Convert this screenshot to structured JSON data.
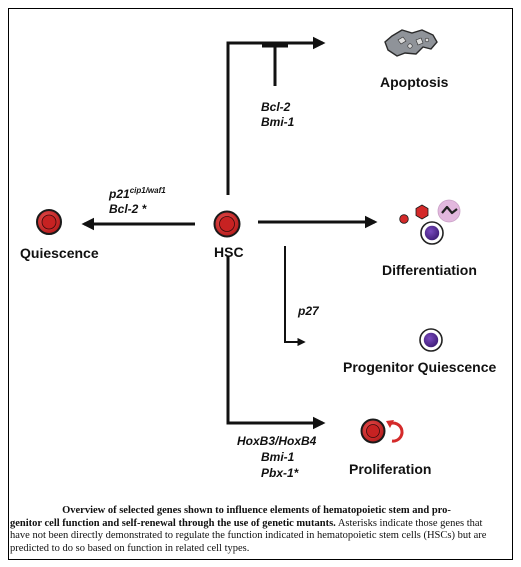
{
  "diagram": {
    "center_label": "HSC",
    "outcomes": {
      "apoptosis": "Apoptosis",
      "quiescence": "Quiescence",
      "differentiation": "Differentiation",
      "progenitor_quiescence": "Progenitor Quiescence",
      "proliferation": "Proliferation"
    },
    "genes": {
      "apoptosis_inhibitors": [
        "Bcl-2",
        "Bmi-1"
      ],
      "quiescence": {
        "p21_base": "p21",
        "p21_sup": "cip1/waf1",
        "bcl2_star": "Bcl-2 *"
      },
      "progenitor_quiescence": [
        "p27"
      ],
      "proliferation": [
        "HoxB3/HoxB4",
        "Bmi-1",
        "Pbx-1*"
      ]
    },
    "colors": {
      "hsc_red": "#d42a2a",
      "cell_outline": "#1a1a1a",
      "apoptotic_gray": "#8f9399",
      "progenitor_purple": "#5a2a9c",
      "pale_pink": "#e2b8de"
    }
  },
  "caption": {
    "bold_first": "Overview of selected genes shown to influence elements of hematopoietic stem and pro-",
    "bold_second": "genitor cell function and self-renewal through the use of genetic mutants.",
    "regular": " Asterisks indicate those genes that have not been directly demonstrated to regulate the function indicated in hematopoietic stem cells (HSCs) but are predicted to do so based on function in related cell types."
  }
}
